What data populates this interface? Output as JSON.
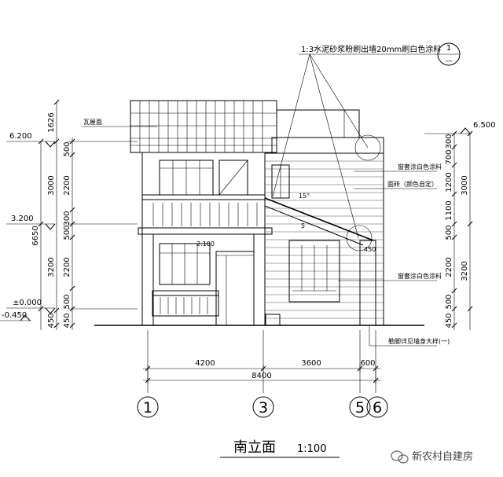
{
  "title": {
    "main": "南立面",
    "scale": "1:100"
  },
  "watermark": {
    "text": "新农村自建房",
    "icon": "wechat-icon"
  },
  "callout": {
    "text": "1:3水泥砂浆粉刷出墙20mm刷白色涂料",
    "detail_number": "1",
    "detail_sheet": "—"
  },
  "annotations": {
    "roof_tile": "瓦屋面",
    "window_trim_top": "窗套涂白色涂料",
    "wall_brick": "面砖（颜色自定）",
    "window_trim_bottom": "窗套涂白色涂料",
    "plinth": "勒脚详见墙身大样(一)",
    "pitch": "15°",
    "pitch2": "5",
    "height_mid": "2.100",
    "dim_450_right": "450"
  },
  "elevations": {
    "left_top": "6.200",
    "left_mid": "3.200",
    "left_zero": "±0.000",
    "left_base": "-0.450",
    "right_top": "6.500"
  },
  "dimensions_left": {
    "outer": [
      "1626",
      "6650",
      "450"
    ],
    "middle": [
      "3000",
      "3200"
    ],
    "inner": [
      "500",
      "2200",
      "300",
      "500",
      "2200",
      "500",
      "450"
    ]
  },
  "dimensions_right": {
    "outer": [
      "3000",
      "3200"
    ],
    "inner": [
      "300",
      "700",
      "1200",
      "1100",
      "500",
      "2200",
      "500",
      "450"
    ]
  },
  "dimensions_bottom": {
    "segments": [
      "4200",
      "3600",
      "600"
    ],
    "total": "8400"
  },
  "axes": [
    "1",
    "3",
    "5",
    "6"
  ]
}
